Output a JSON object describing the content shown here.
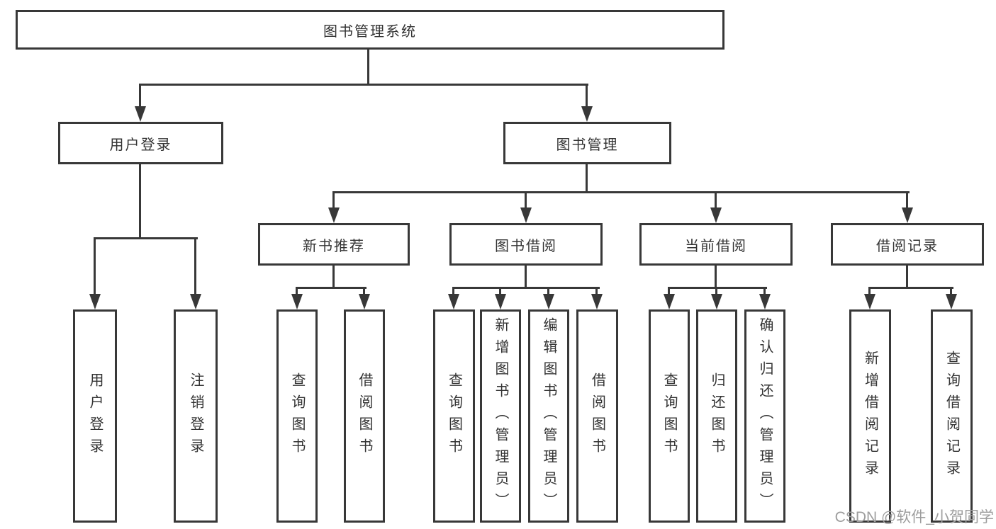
{
  "diagram_title": "图书管理系统",
  "tree": {
    "root": {
      "label": "图书管理系统"
    },
    "branches": [
      {
        "label": "用户登录",
        "children": [
          {
            "label": "用户登录"
          },
          {
            "label": "注销登录"
          }
        ]
      },
      {
        "label": "图书管理",
        "groups": [
          {
            "label": "新书推荐",
            "children": [
              {
                "label": "查询图书"
              },
              {
                "label": "借阅图书"
              }
            ]
          },
          {
            "label": "图书借阅",
            "children": [
              {
                "label": "查询图书"
              },
              {
                "label": "新增图书（管理员）"
              },
              {
                "label": "编辑图书（管理员）"
              },
              {
                "label": "借阅图书"
              }
            ]
          },
          {
            "label": "当前借阅",
            "children": [
              {
                "label": "查询图书"
              },
              {
                "label": "归还图书"
              },
              {
                "label": "确认归还（管理员）"
              }
            ]
          },
          {
            "label": "借阅记录",
            "children": [
              {
                "label": "新增借阅记录"
              },
              {
                "label": "查询借阅记录"
              }
            ]
          }
        ]
      }
    ]
  },
  "watermark": {
    "text": "CSDN @软件_小贺同学"
  },
  "colors": {
    "line": "#383838",
    "text": "#333333",
    "watermark": "#9e9e9e",
    "background": "#ffffff"
  }
}
